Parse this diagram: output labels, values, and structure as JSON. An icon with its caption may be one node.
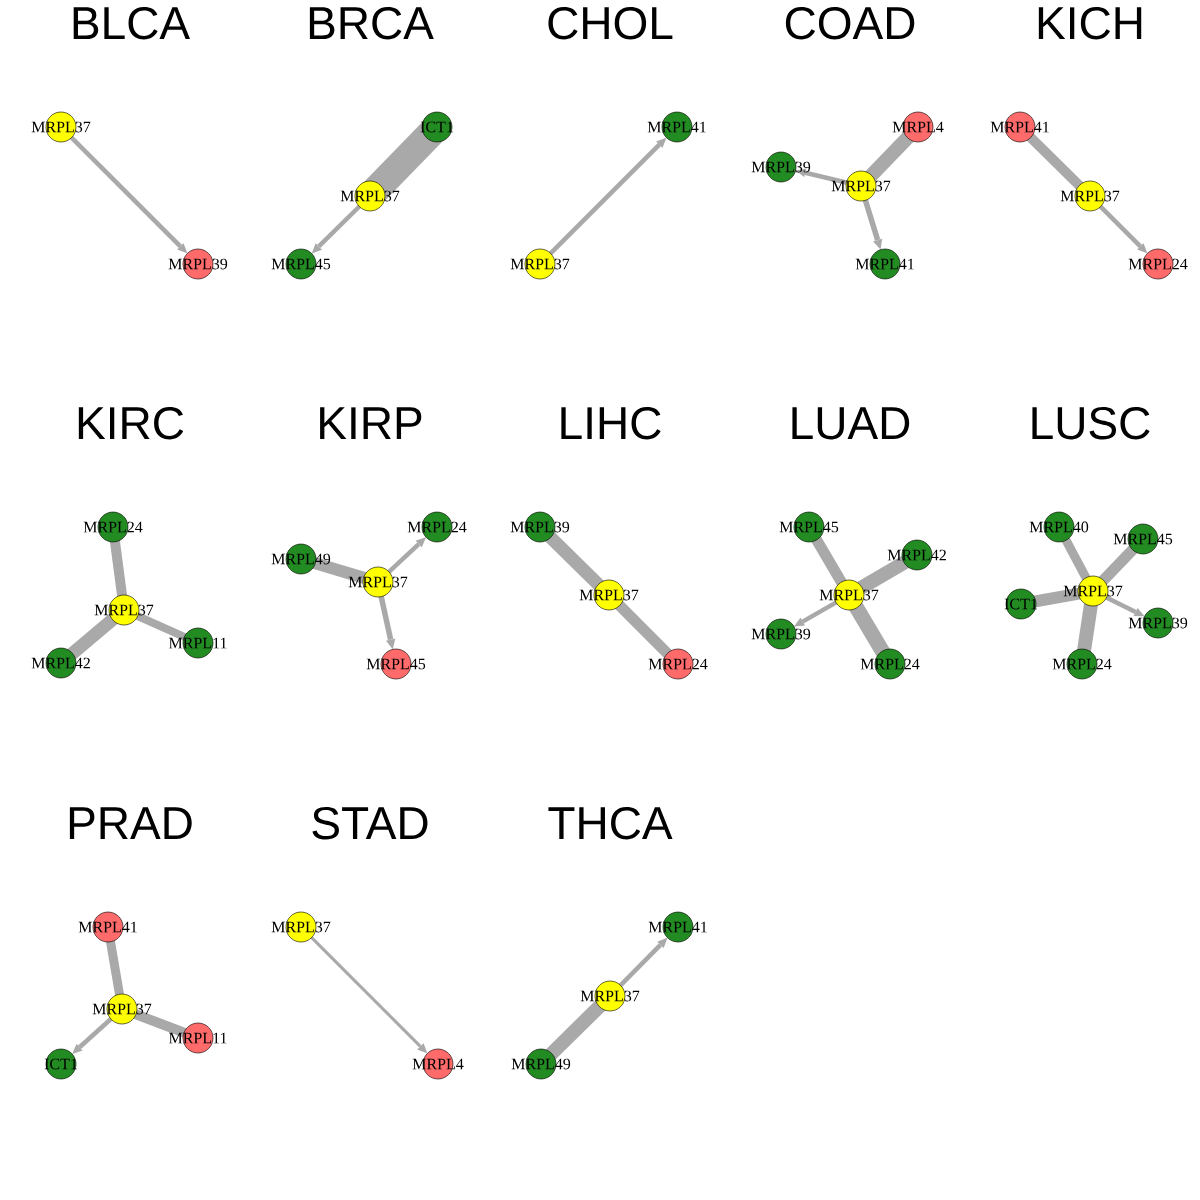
{
  "diagram": {
    "nodes": [
      {
        "text": [
          "MRPL37"
        ]
      },
      {
        "text": [
          "MRPL39"
        ]
      },
      {
        "text": [
          "ICT1"
        ]
      },
      {
        "text": [
          "MRPL37"
        ]
      },
      {
        "text": [
          "MRPL45"
        ]
      },
      {
        "text": [
          "MRPL41"
        ]
      },
      {
        "text": [
          "MRPL37"
        ]
      },
      {
        "text": [
          "MRPL4"
        ]
      },
      {
        "text": [
          "MRPL39"
        ]
      },
      {
        "text": [
          "MRPL37"
        ]
      },
      {
        "text": [
          "MRPL41"
        ]
      },
      {
        "text": [
          "MRPL41"
        ]
      },
      {
        "text": [
          "MRPL37"
        ]
      },
      {
        "text": [
          "MRPL24"
        ]
      },
      {
        "text": [
          "MRPL24"
        ]
      },
      {
        "text": [
          "MRPL37"
        ]
      },
      {
        "text": [
          "MRPL11"
        ]
      },
      {
        "text": [
          "MRPL42"
        ]
      },
      {
        "text": [
          "MRPL24"
        ]
      },
      {
        "text": [
          "MRPL49"
        ]
      },
      {
        "text": [
          "MRPL37"
        ]
      },
      {
        "text": [
          "MRPL45"
        ]
      },
      {
        "text": [
          "MRPL39"
        ]
      },
      {
        "text": [
          "MRPL37"
        ]
      },
      {
        "text": [
          "MRPL24"
        ]
      },
      {
        "text": [
          "MRPL45"
        ]
      },
      {
        "text": [
          "MRPL42"
        ]
      },
      {
        "text": [
          "MRPL37"
        ]
      },
      {
        "text": [
          "MRPL39"
        ]
      },
      {
        "text": [
          "MRPL24"
        ]
      },
      {
        "text": [
          "MRPL40"
        ]
      },
      {
        "text": [
          "MRPL45"
        ]
      },
      {
        "text": [
          "MRPL37"
        ]
      },
      {
        "text": [
          "ICT1"
        ]
      },
      {
        "text": [
          "MRPL39"
        ]
      },
      {
        "text": [
          "MRPL24"
        ]
      },
      {
        "text": [
          "MRPL41"
        ]
      },
      {
        "text": [
          "MRPL37"
        ]
      },
      {
        "text": [
          "MRPL11"
        ]
      },
      {
        "text": [
          "ICT1"
        ]
      },
      {
        "text": [
          "MRPL37"
        ]
      },
      {
        "text": [
          "MRPL4"
        ]
      },
      {
        "text": [
          "MRPL41"
        ]
      },
      {
        "text": [
          "MRPL37"
        ]
      },
      {
        "text": [
          "MRPL49"
        ]
      }
    ],
    "edges": [
      {
        "from": 0,
        "to": 1,
        "arrow": "to"
      },
      {
        "from": 2,
        "to": 3,
        "arrow": "none",
        "style": "thick"
      },
      {
        "from": 3,
        "to": 4,
        "arrow": "to"
      },
      {
        "from": 6,
        "to": 5,
        "arrow": "to"
      },
      {
        "from": 7,
        "to": 9,
        "arrow": "none"
      },
      {
        "from": 9,
        "to": 8,
        "arrow": "to"
      },
      {
        "from": 9,
        "to": 10,
        "arrow": "to"
      },
      {
        "from": 11,
        "to": 12,
        "arrow": "none"
      },
      {
        "from": 12,
        "to": 13,
        "arrow": "to"
      },
      {
        "from": 14,
        "to": 15,
        "arrow": "none"
      },
      {
        "from": 16,
        "to": 15,
        "arrow": "none"
      },
      {
        "from": 17,
        "to": 15,
        "arrow": "none"
      },
      {
        "from": 19,
        "to": 20,
        "arrow": "none"
      },
      {
        "from": 20,
        "to": 18,
        "arrow": "to"
      },
      {
        "from": 20,
        "to": 21,
        "arrow": "to"
      },
      {
        "from": 22,
        "to": 23,
        "arrow": "none"
      },
      {
        "from": 24,
        "to": 23,
        "arrow": "none"
      },
      {
        "from": 25,
        "to": 27,
        "arrow": "none"
      },
      {
        "from": 26,
        "to": 27,
        "arrow": "none"
      },
      {
        "from": 27,
        "to": 28,
        "arrow": "to"
      },
      {
        "from": 29,
        "to": 27,
        "arrow": "none"
      },
      {
        "from": 30,
        "to": 32,
        "arrow": "none"
      },
      {
        "from": 31,
        "to": 32,
        "arrow": "none"
      },
      {
        "from": 33,
        "to": 32,
        "arrow": "none"
      },
      {
        "from": 32,
        "to": 34,
        "arrow": "to"
      },
      {
        "from": 35,
        "to": 32,
        "arrow": "none"
      },
      {
        "from": 36,
        "to": 37,
        "arrow": "none"
      },
      {
        "from": 37,
        "to": 39,
        "arrow": "to"
      },
      {
        "from": 38,
        "to": 37,
        "arrow": "none"
      },
      {
        "from": 40,
        "to": 41,
        "arrow": "to"
      },
      {
        "from": 44,
        "to": 43,
        "arrow": "none"
      },
      {
        "from": 43,
        "to": 42,
        "arrow": "to"
      }
    ],
    "labels": [
      "BLCA",
      "BRCA",
      "CHOL",
      "COAD",
      "KICH",
      "KIRC",
      "KIRP",
      "LIHC",
      "LUAD",
      "LUSC",
      "PRAD",
      "STAD",
      "THCA"
    ]
  }
}
